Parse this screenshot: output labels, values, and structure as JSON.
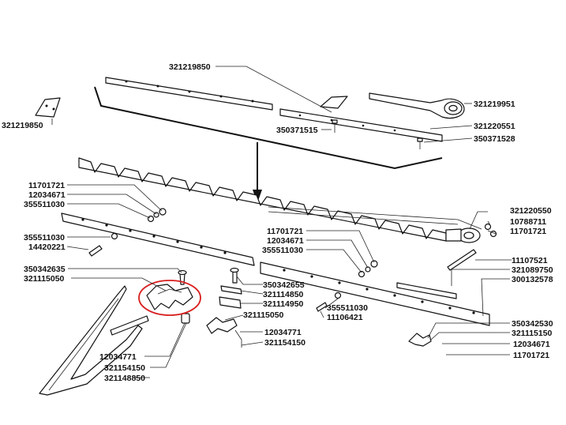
{
  "diagram": {
    "highlight_color": "#d81e1e",
    "labels": [
      {
        "id": "l01",
        "text": "321219850"
      },
      {
        "id": "l02",
        "text": "321219850"
      },
      {
        "id": "l03",
        "text": "321219951"
      },
      {
        "id": "l04",
        "text": "350371515"
      },
      {
        "id": "l05",
        "text": "321220551"
      },
      {
        "id": "l06",
        "text": "350371528"
      },
      {
        "id": "l07",
        "text": "11701721"
      },
      {
        "id": "l08",
        "text": "12034671"
      },
      {
        "id": "l09",
        "text": "355511030"
      },
      {
        "id": "l10",
        "text": "321220550"
      },
      {
        "id": "l11",
        "text": "10788711"
      },
      {
        "id": "l12",
        "text": "11701721"
      },
      {
        "id": "l13",
        "text": "355511030"
      },
      {
        "id": "l14",
        "text": "14420221"
      },
      {
        "id": "l15",
        "text": "11701721"
      },
      {
        "id": "l16",
        "text": "12034671"
      },
      {
        "id": "l17",
        "text": "355511030"
      },
      {
        "id": "l18",
        "text": "11107521"
      },
      {
        "id": "l19",
        "text": "350342635"
      },
      {
        "id": "l20",
        "text": "321115050"
      },
      {
        "id": "l21",
        "text": "350342655"
      },
      {
        "id": "l22",
        "text": "321114850"
      },
      {
        "id": "l23",
        "text": "321114950"
      },
      {
        "id": "l24",
        "text": "321115050"
      },
      {
        "id": "l25",
        "text": "321089750"
      },
      {
        "id": "l26",
        "text": "300132578"
      },
      {
        "id": "l27",
        "text": "355511030"
      },
      {
        "id": "l28",
        "text": "11106421"
      },
      {
        "id": "l29",
        "text": "350342530"
      },
      {
        "id": "l30",
        "text": "321115150"
      },
      {
        "id": "l31",
        "text": "12034671"
      },
      {
        "id": "l32",
        "text": "11701721"
      },
      {
        "id": "l33",
        "text": "12034771"
      },
      {
        "id": "l34",
        "text": "321154150"
      },
      {
        "id": "l35",
        "text": "12034771"
      },
      {
        "id": "l36",
        "text": "321154150"
      },
      {
        "id": "l37",
        "text": "321148850"
      }
    ]
  }
}
